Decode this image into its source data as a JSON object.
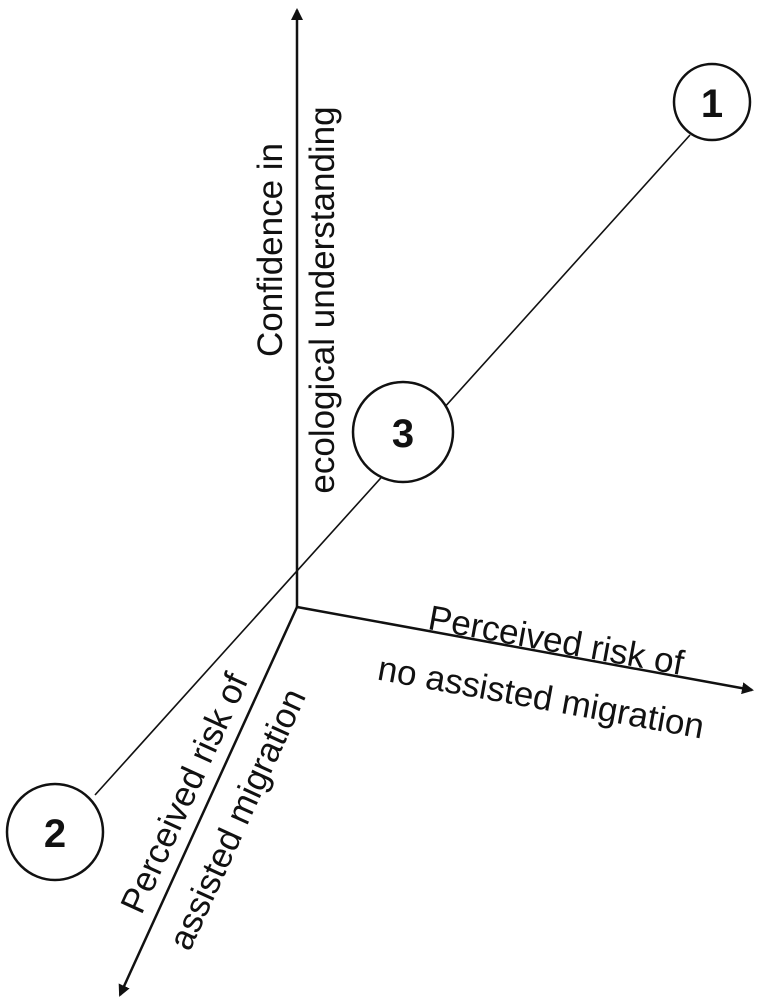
{
  "axes": {
    "vertical": {
      "line1": "Confidence in",
      "line2": "ecological understanding"
    },
    "right": {
      "line1": "Perceived risk of",
      "line2": "no assisted migration"
    },
    "down_left": {
      "line1": "Perceived risk of",
      "line2": "assisted migration"
    }
  },
  "points": [
    {
      "label": "1"
    },
    {
      "label": "2"
    },
    {
      "label": "3"
    }
  ],
  "colors": {
    "ink": "#111111",
    "background": "#ffffff"
  }
}
